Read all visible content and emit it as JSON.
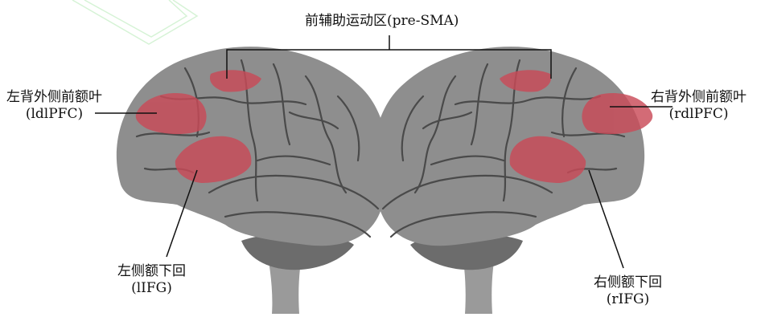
{
  "title": "前辅助运动区(pre-SMA)",
  "labels": {
    "ldlpfc": {
      "name": "左背外侧前额叶",
      "abbr": "(ldlPFC)"
    },
    "rdlpfc": {
      "name": "右背外侧前额叶",
      "abbr": "(rdlPFC)"
    },
    "lifg": {
      "name": "左侧额下回",
      "abbr": "(lIFG)"
    },
    "rifg": {
      "name": "右侧额下回",
      "abbr": "(rIFG)"
    }
  },
  "colors": {
    "brain": "#8e8e8e",
    "gyri": "#a9a9a9",
    "sulci": "#4a4a4a",
    "cerebellum": "#6c6c6c",
    "highlight": "#c94a58",
    "line": "#111111",
    "watermark": "#d6f3d6"
  }
}
